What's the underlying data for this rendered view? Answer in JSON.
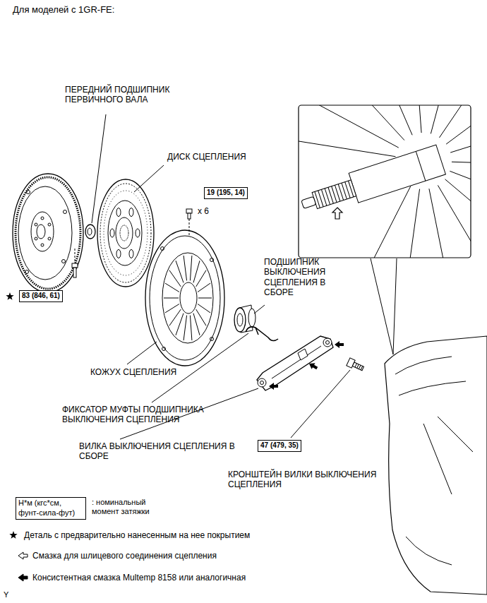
{
  "diagram": {
    "title": "Для моделей с 1GR-FE:",
    "nodes": [
      {
        "text": [
          "19 (195, 14)"
        ]
      },
      {
        "text": [
          "83 (846, 61)"
        ]
      },
      {
        "text": [
          "47 (479, 35)"
        ]
      },
      {
        "text": [
          "Н*м (кгс*см, фунт-сила-фут)"
        ]
      }
    ],
    "labels": [
      "ПЕРЕДНИЙ ПОДШИПНИК ПЕРВИЧНОГО ВАЛА",
      "ДИСК СЦЕПЛЕНИЯ",
      "x 6",
      "ПОДШИПНИК ВЫКЛЮЧЕНИЯ СЦЕПЛЕНИЯ В СБОРЕ",
      "КОЖУХ СЦЕПЛЕНИЯ",
      "ФИКСАТОР МУФТЫ ПОДШИПНИКА ВЫКЛЮЧЕНИЯ СЦЕПЛЕНИЯ",
      "ВИЛКА ВЫКЛЮЧЕНИЯ СЦЕПЛЕНИЯ В СБОРЕ",
      "КРОНШТЕЙН ВИЛКИ ВЫКЛЮЧЕНИЯ СЦЕПЛЕНИЯ",
      ": номинальный момент затяжки",
      "Y"
    ],
    "legend": [
      {
        "text": "Деталь с предварительно нанесенным на нее покрытием"
      },
      {
        "text": "Смазка для шлицевого соединения сцепления"
      },
      {
        "text": "Консистентная смазка Multemp 8158 или аналогичная"
      }
    ]
  }
}
